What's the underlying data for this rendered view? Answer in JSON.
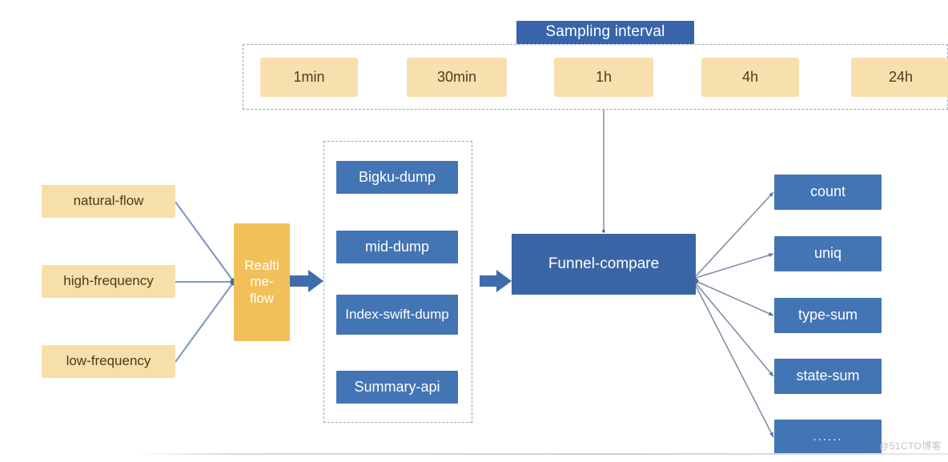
{
  "diagram": {
    "title_badge": "Sampling interval",
    "watermark": "@51CTO博客",
    "colors": {
      "blue": "#4374b4",
      "blue_title": "#3864ab",
      "amber_light": "#f7dfab",
      "amber_deep": "#f1c05b",
      "dashed_border": "#9aa6b5",
      "connector": "#7f99bd"
    },
    "sampling_intervals": [
      {
        "label": "1min"
      },
      {
        "label": "30min"
      },
      {
        "label": "1h"
      },
      {
        "label": "4h"
      },
      {
        "label": "24h"
      }
    ],
    "sources": [
      {
        "label": "natural-flow"
      },
      {
        "label": "high-frequency"
      },
      {
        "label": "low-frequency"
      }
    ],
    "processor": {
      "label_line1": "Realti",
      "label_line2": "me-",
      "label_line3": "flow",
      "label_full": "Realtime-flow"
    },
    "dumps": [
      {
        "label": "Bigku-dump"
      },
      {
        "label": "mid-dump"
      },
      {
        "label": "Index-swift-dump"
      },
      {
        "label": "Summary-api"
      }
    ],
    "aggregator": {
      "label": "Funnel-compare"
    },
    "outputs": [
      {
        "label": "count"
      },
      {
        "label": "uniq"
      },
      {
        "label": "type-sum"
      },
      {
        "label": "state-sum"
      },
      {
        "label": "......"
      }
    ]
  }
}
